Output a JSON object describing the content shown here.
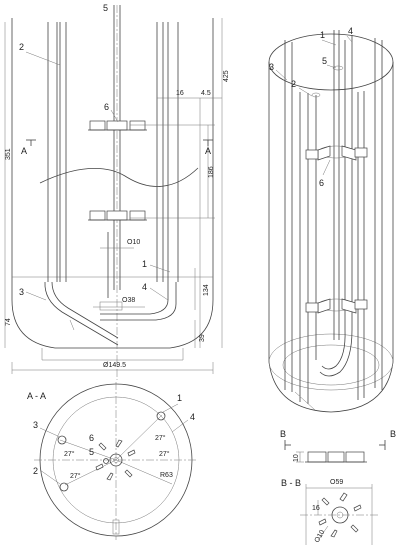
{
  "front_view": {
    "callouts": [
      "1",
      "2",
      "3",
      "4",
      "5",
      "6"
    ],
    "dims": {
      "d425": "425",
      "d351": "351",
      "d16": "16",
      "d45": "4.5",
      "d186": "186",
      "d134": "134",
      "d74": "74",
      "d39": "39",
      "d149": "Ø149.5",
      "dO10": "O10",
      "dO38": "O38"
    },
    "section_mark": "A"
  },
  "iso_view": {
    "callouts": [
      "1",
      "2",
      "3",
      "4",
      "5",
      "6"
    ]
  },
  "section_aa": {
    "title": "A - A",
    "callouts": [
      "1",
      "2",
      "3",
      "4",
      "5",
      "6"
    ],
    "angle": "27°",
    "radius": "R63"
  },
  "section_bb": {
    "mark": "B",
    "title": "B - B",
    "dims": {
      "d10": "10",
      "dO59": "O59",
      "d16": "16",
      "dO10": "O10"
    }
  }
}
